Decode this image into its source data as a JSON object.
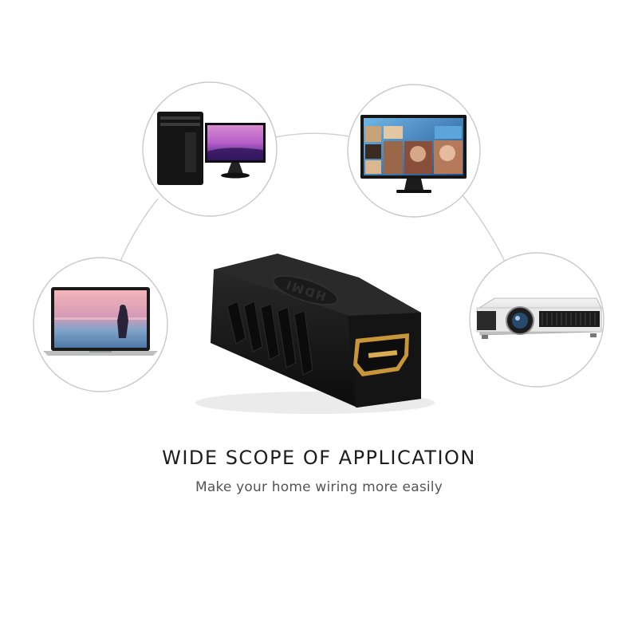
{
  "headline": "WIDE SCOPE OF APPLICATION",
  "subline": "Make your home wiring more easily",
  "adapter_emboss": "HDMI",
  "devices": [
    {
      "name": "desktop-computer",
      "icon": "desktop-pc-icon"
    },
    {
      "name": "tv-monitor",
      "icon": "tv-icon"
    },
    {
      "name": "laptop",
      "icon": "laptop-icon"
    },
    {
      "name": "projector",
      "icon": "projector-icon"
    }
  ],
  "colors": {
    "circle_stroke": "#c9c9c9",
    "connector_line": "#cfcfcf",
    "adapter_body": "#151515",
    "port_gold": "#c8953a",
    "text_dark": "#1d1d1d",
    "text_gray": "#555555"
  }
}
